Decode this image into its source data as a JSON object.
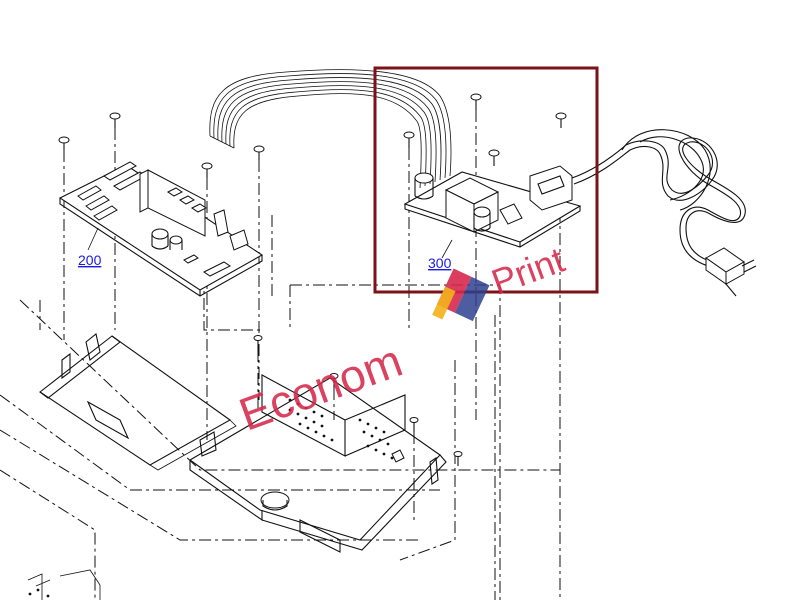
{
  "callouts": {
    "board_200": "200",
    "board_300": "300"
  },
  "watermark": {
    "word1": "Econom",
    "word2": "Print",
    "color": "#d6284b",
    "logo_colors": [
      "#d6284b",
      "#2f3f8f",
      "#f2b21b"
    ]
  },
  "highlight": {
    "color": "#7a1218"
  }
}
